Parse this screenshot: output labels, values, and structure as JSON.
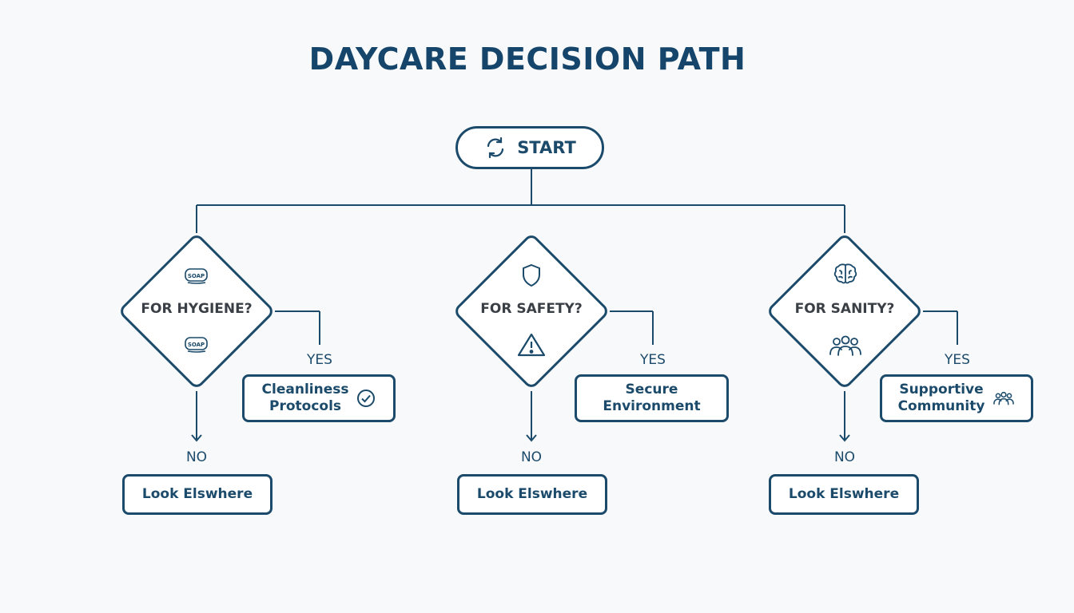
{
  "title": "DAYCARE DECISION PATH",
  "start": {
    "label": "START",
    "icon": "refresh-icon"
  },
  "colors": {
    "stroke": "#1b4a6b",
    "title": "#15456a",
    "background": "#f8f9fa"
  },
  "branches": [
    {
      "question": "FOR HYGIENE?",
      "icons": [
        "soap-icon",
        "soap-icon"
      ],
      "yes_label": "YES",
      "yes_result": "Cleanliness\nProtocols",
      "yes_icon": "check-circle-icon",
      "no_label": "NO",
      "no_result": "Look Elswhere"
    },
    {
      "question": "FOR SAFETY?",
      "icons": [
        "shield-icon",
        "warning-icon"
      ],
      "yes_label": "YES",
      "yes_result": "Secure\nEnvironment",
      "yes_icon": "",
      "no_label": "NO",
      "no_result": "Look Elswhere"
    },
    {
      "question": "FOR SANITY?",
      "icons": [
        "brain-icon",
        "group-icon"
      ],
      "yes_label": "YES",
      "yes_result": "Supportive\nCommunity",
      "yes_icon": "group-icon",
      "no_label": "NO",
      "no_result": "Look Elswhere"
    }
  ]
}
